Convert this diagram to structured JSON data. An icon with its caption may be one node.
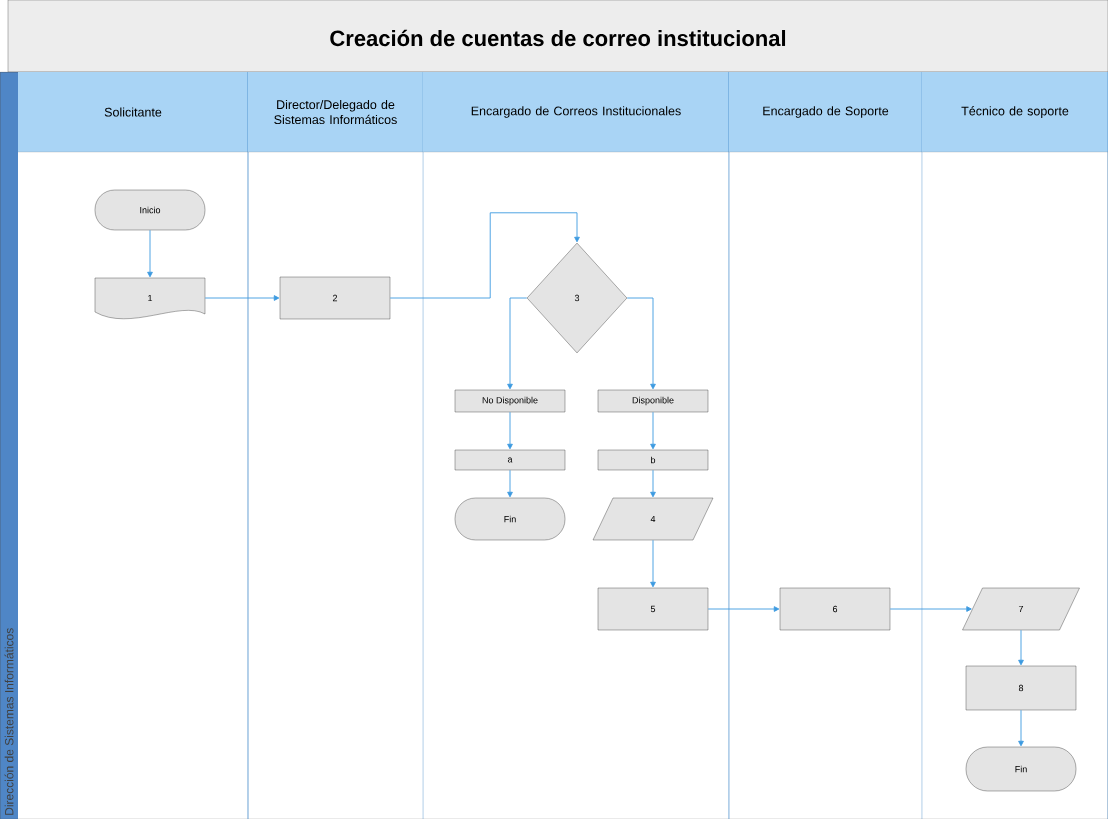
{
  "diagram": {
    "title": "Creación de cuentas de correo institucional",
    "nodes": [
      {
        "text": [
          "Dirección de Sistemas Informáticos"
        ]
      },
      {
        "text": [
          "Solicitante"
        ],
        "in": 0
      },
      {
        "text": [
          "Director/Delegado de Sistemas Informáticos"
        ],
        "in": 0
      },
      {
        "text": [
          "Encargado de Correos Institucionales"
        ],
        "in": 0
      },
      {
        "text": [
          "Encargado de Soporte"
        ],
        "in": 0
      },
      {
        "text": [
          "Técnico de soporte"
        ],
        "in": 0
      },
      {
        "text": [
          "Inicio"
        ],
        "in": 1
      },
      {
        "text": [
          "1"
        ],
        "in": 1
      },
      {
        "text": [
          "2"
        ],
        "in": 2
      },
      {
        "text": [
          "3"
        ],
        "in": 3
      },
      {
        "text": [
          "No Disponible"
        ],
        "in": 3
      },
      {
        "text": [
          "Disponible"
        ],
        "in": 3
      },
      {
        "text": [
          "a"
        ],
        "in": 3
      },
      {
        "text": [
          "b"
        ],
        "in": 3
      },
      {
        "text": [
          "Fin"
        ],
        "in": 3
      },
      {
        "text": [
          "4"
        ],
        "in": 3
      },
      {
        "text": [
          "5"
        ],
        "in": 3
      },
      {
        "text": [
          "6"
        ],
        "in": 4
      },
      {
        "text": [
          "7"
        ],
        "in": 5
      },
      {
        "text": [
          "8"
        ],
        "in": 5
      },
      {
        "text": [
          "Fin"
        ],
        "in": 5
      }
    ],
    "edges": [
      {
        "from": 6,
        "to": 7,
        "arrow": "to"
      },
      {
        "from": 7,
        "to": 8,
        "arrow": "to"
      },
      {
        "from": 8,
        "to": 9,
        "arrow": "to"
      },
      {
        "from": 9,
        "to": 10,
        "arrow": "to"
      },
      {
        "from": 9,
        "to": 11,
        "arrow": "to"
      },
      {
        "from": 10,
        "to": 12,
        "arrow": "to"
      },
      {
        "from": 11,
        "to": 13,
        "arrow": "to"
      },
      {
        "from": 12,
        "to": 14,
        "arrow": "to"
      },
      {
        "from": 13,
        "to": 15,
        "arrow": "to"
      },
      {
        "from": 15,
        "to": 16,
        "arrow": "to"
      },
      {
        "from": 16,
        "to": 17,
        "arrow": "to"
      },
      {
        "from": 17,
        "to": 18,
        "arrow": "to"
      },
      {
        "from": 18,
        "to": 19,
        "arrow": "to"
      },
      {
        "from": 19,
        "to": 20,
        "arrow": "to"
      }
    ]
  }
}
